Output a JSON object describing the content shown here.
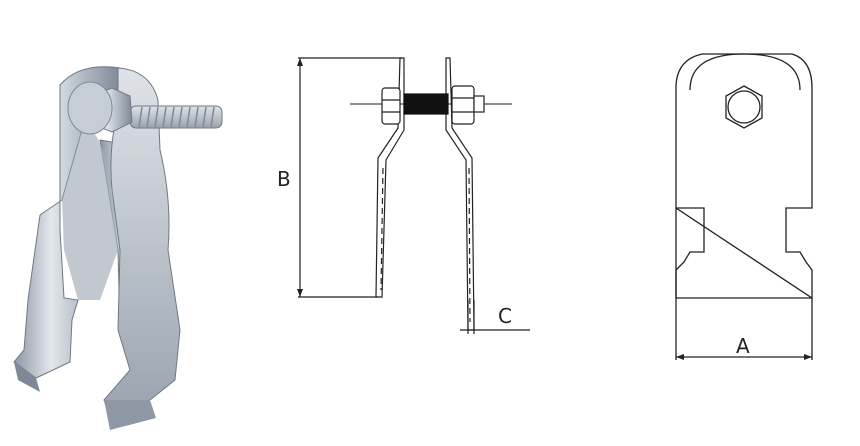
{
  "labels": {
    "dim_b": "B",
    "dim_c": "C",
    "dim_a": "A"
  },
  "colors": {
    "line": "#222222",
    "metal_light": "#d9dde3",
    "metal_mid": "#b7bec8",
    "metal_dark": "#8a94a1",
    "thread": "#111111"
  }
}
